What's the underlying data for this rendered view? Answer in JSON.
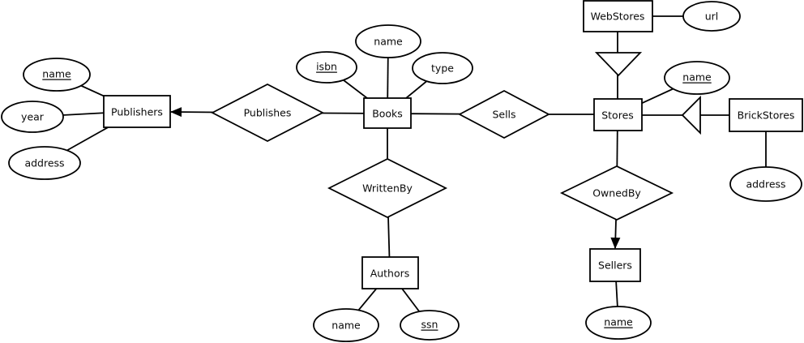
{
  "colors": {
    "background": "#ffffff",
    "shape_fill": "#ffffff",
    "stroke": "#000000",
    "text": "#0a0a0a"
  },
  "entities": {
    "publishers": "Publishers",
    "books": "Books",
    "stores": "Stores",
    "webstores": "WebStores",
    "brickstores": "BrickStores",
    "authors": "Authors",
    "sellers": "Sellers"
  },
  "relationships": {
    "publishes": "Publishes",
    "sells": "Sells",
    "writtenby": "WrittenBy",
    "ownedby": "OwnedBy"
  },
  "attributes": {
    "publishers_name": "name",
    "publishers_year": "year",
    "publishers_address": "address",
    "books_isbn": "isbn",
    "books_name": "name",
    "books_type": "type",
    "stores_name": "name",
    "webstores_url": "url",
    "brickstores_address": "address",
    "authors_name": "name",
    "authors_ssn": "ssn",
    "sellers_name": "name"
  },
  "key_attributes": [
    "publishers_name",
    "books_isbn",
    "stores_name",
    "authors_ssn",
    "sellers_name"
  ]
}
